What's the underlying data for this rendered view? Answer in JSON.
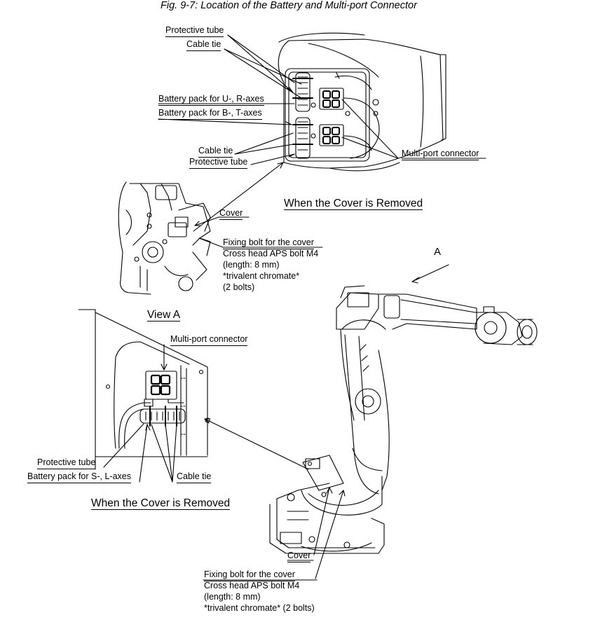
{
  "figure": {
    "title": "Fig. 9-7: Location of the Battery and Multi-port Connector"
  },
  "headings": {
    "cover_removed_top": "When the Cover is Removed",
    "cover_removed_bottom": "When the Cover is Removed",
    "view_a": "View A",
    "arrow_a": "A"
  },
  "labels_top": {
    "protective_tube_1": "Protective tube",
    "cable_tie_1": "Cable tie",
    "battery_ur": "Battery pack for U-, R-axes",
    "battery_bt": "Battery pack for B-, T-axes",
    "cable_tie_2": "Cable tie",
    "protective_tube_2": "Protective tube",
    "multiport": "Multi-port connector"
  },
  "labels_view_a": {
    "cover": "Cover",
    "fixing_bolt": "Fixing bolt for the cover",
    "bolt_type": "Cross head APS bolt M4",
    "length": "(length: 8 mm)",
    "chromate": "*trivalent chromate*",
    "count": "(2 bolts)"
  },
  "labels_bottom": {
    "multiport": "Multi-port connector",
    "protective_tube": "Protective tube",
    "battery_sl": "Battery pack for S-, L-axes",
    "cable_tie": "Cable tie"
  },
  "labels_robot": {
    "cover": "Cover",
    "fixing_bolt": "Fixing bolt for the cover",
    "bolt_type": "Cross head APS bolt M4",
    "length": "(length: 8 mm)",
    "chromate": "*trivalent chromate* (2 bolts)"
  }
}
